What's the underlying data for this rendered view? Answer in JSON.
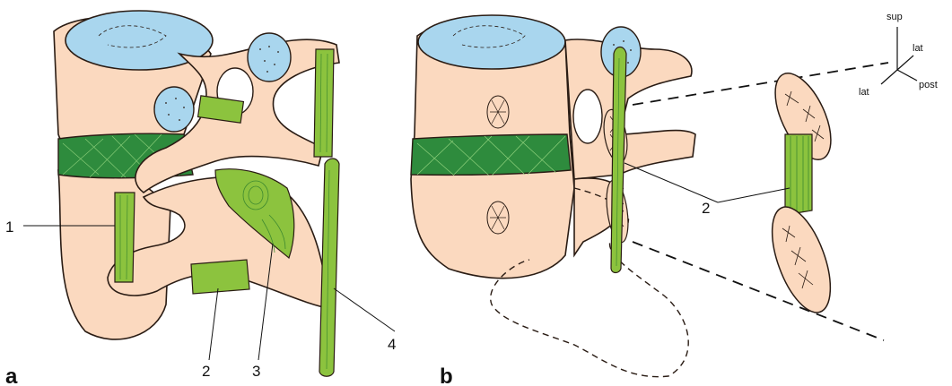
{
  "panels": {
    "a": "a",
    "b": "b"
  },
  "labels": {
    "l1": "1",
    "l2a": "2",
    "l3": "3",
    "l4": "4",
    "l2b": "2"
  },
  "orientation": {
    "sup": "sup",
    "lat_right": "lat",
    "lat_left": "lat",
    "post": "post"
  },
  "colors": {
    "bone": "#fbd9bf",
    "disc_top": "#a9d6ee",
    "ligament": "#8cc33e",
    "ligament_dark": "#3f8a2f",
    "disc_green": "#2e8b3d",
    "ink": "#2a1c14"
  }
}
